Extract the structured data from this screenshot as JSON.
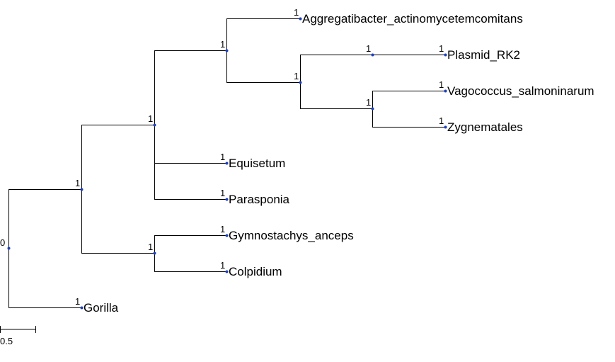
{
  "colors": {
    "branch": "#000000",
    "node": "#1f3fbf",
    "background": "#ffffff"
  },
  "scale_bar": {
    "length": 0.5,
    "label": "0.5"
  },
  "nodes": [
    {
      "id": "root",
      "label": "0"
    },
    {
      "id": "n1",
      "label": "1"
    },
    {
      "id": "n2",
      "label": "1"
    },
    {
      "id": "n3",
      "label": "1"
    },
    {
      "id": "n4",
      "label": "1"
    },
    {
      "id": "n5",
      "label": "1"
    },
    {
      "id": "n6",
      "label": "1"
    },
    {
      "id": "n7",
      "label": "1"
    }
  ],
  "leaves": [
    {
      "id": "l1",
      "name": "Aggregatibacter_actinomycetemcomitans",
      "support": "1"
    },
    {
      "id": "l2",
      "name": "Plasmid_RK2",
      "support": "1"
    },
    {
      "id": "l3",
      "name": "Vagococcus_salmoninarum",
      "support": "1"
    },
    {
      "id": "l4",
      "name": "Zygnematales",
      "support": "1"
    },
    {
      "id": "l5",
      "name": "Equisetum",
      "support": "1"
    },
    {
      "id": "l6",
      "name": "Parasponia",
      "support": "1"
    },
    {
      "id": "l7",
      "name": "Gymnostachys_anceps",
      "support": "1"
    },
    {
      "id": "l8",
      "name": "Colpidium",
      "support": "1"
    },
    {
      "id": "l9",
      "name": "Gorilla",
      "support": "1"
    }
  ]
}
